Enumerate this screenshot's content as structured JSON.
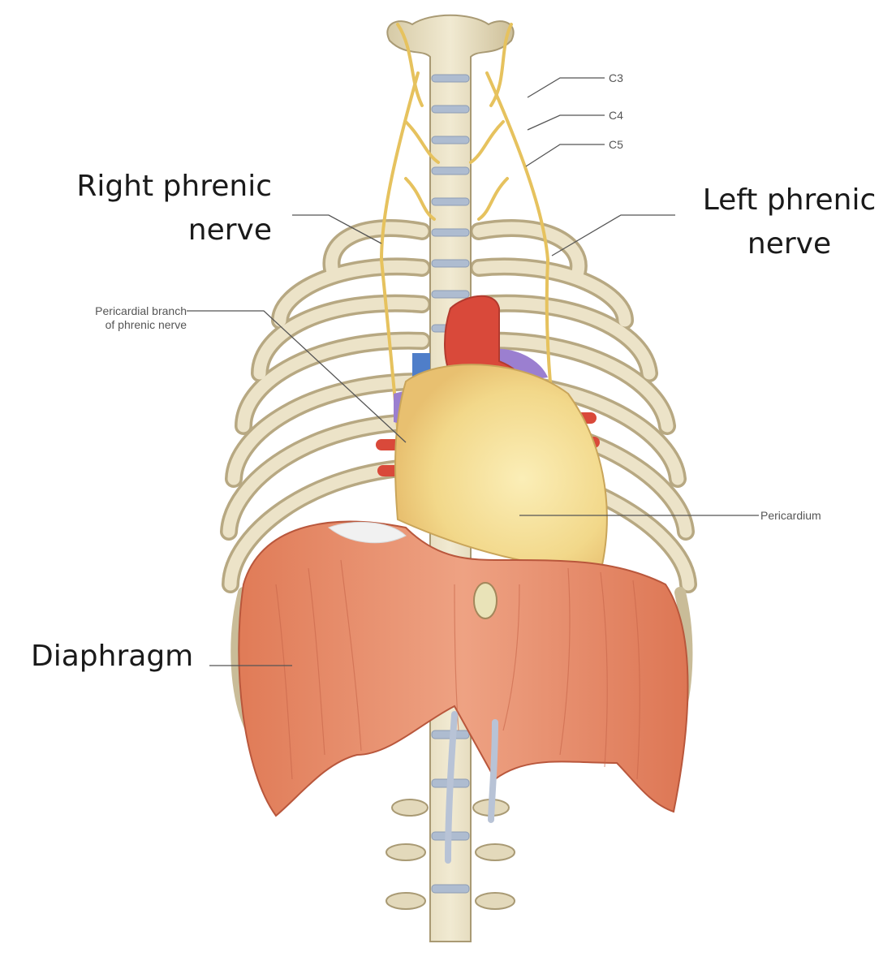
{
  "labels": {
    "right_phrenic": [
      "Right phrenic",
      "nerve"
    ],
    "left_phrenic": [
      "Left phrenic",
      "nerve"
    ],
    "diaphragm": "Diaphragm",
    "pericardial_branch": [
      "Pericardial branch",
      "of phrenic nerve"
    ],
    "pericardium": "Pericardium",
    "c3": "C3",
    "c4": "C4",
    "c5": "C5"
  },
  "colors": {
    "bone": "#e8dfc2",
    "bone_shadow": "#c9bc98",
    "disc": "#a9b8cc",
    "nerve": "#e8c46a",
    "muscle": "#e58a66",
    "muscle_dark": "#c9654a",
    "heart_red": "#d9493a",
    "pericardium": "#f4e2a0",
    "vein_blue": "#4f7ec9",
    "vein_purple": "#9b7fd0"
  }
}
